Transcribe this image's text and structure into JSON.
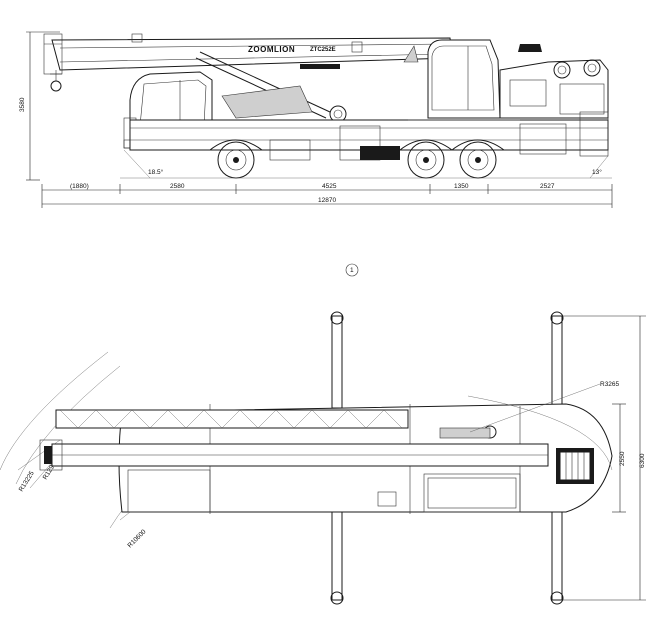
{
  "side_view": {
    "brand": "ZOOMLION",
    "model": "ZTC252E",
    "height_dim": "3580",
    "dims_row1": [
      "(1880)",
      "2580",
      "4525",
      "1350",
      "2527"
    ],
    "total_length": "12870",
    "front_angle": "18.5°",
    "rear_angle": "13°"
  },
  "view_marker": "1",
  "top_view": {
    "outrigger_span": "6300",
    "width_dim": "2550",
    "rear_radius": "R3265",
    "radius_a": "R13225",
    "radius_b": "R12986",
    "radius_c": "R10600"
  }
}
